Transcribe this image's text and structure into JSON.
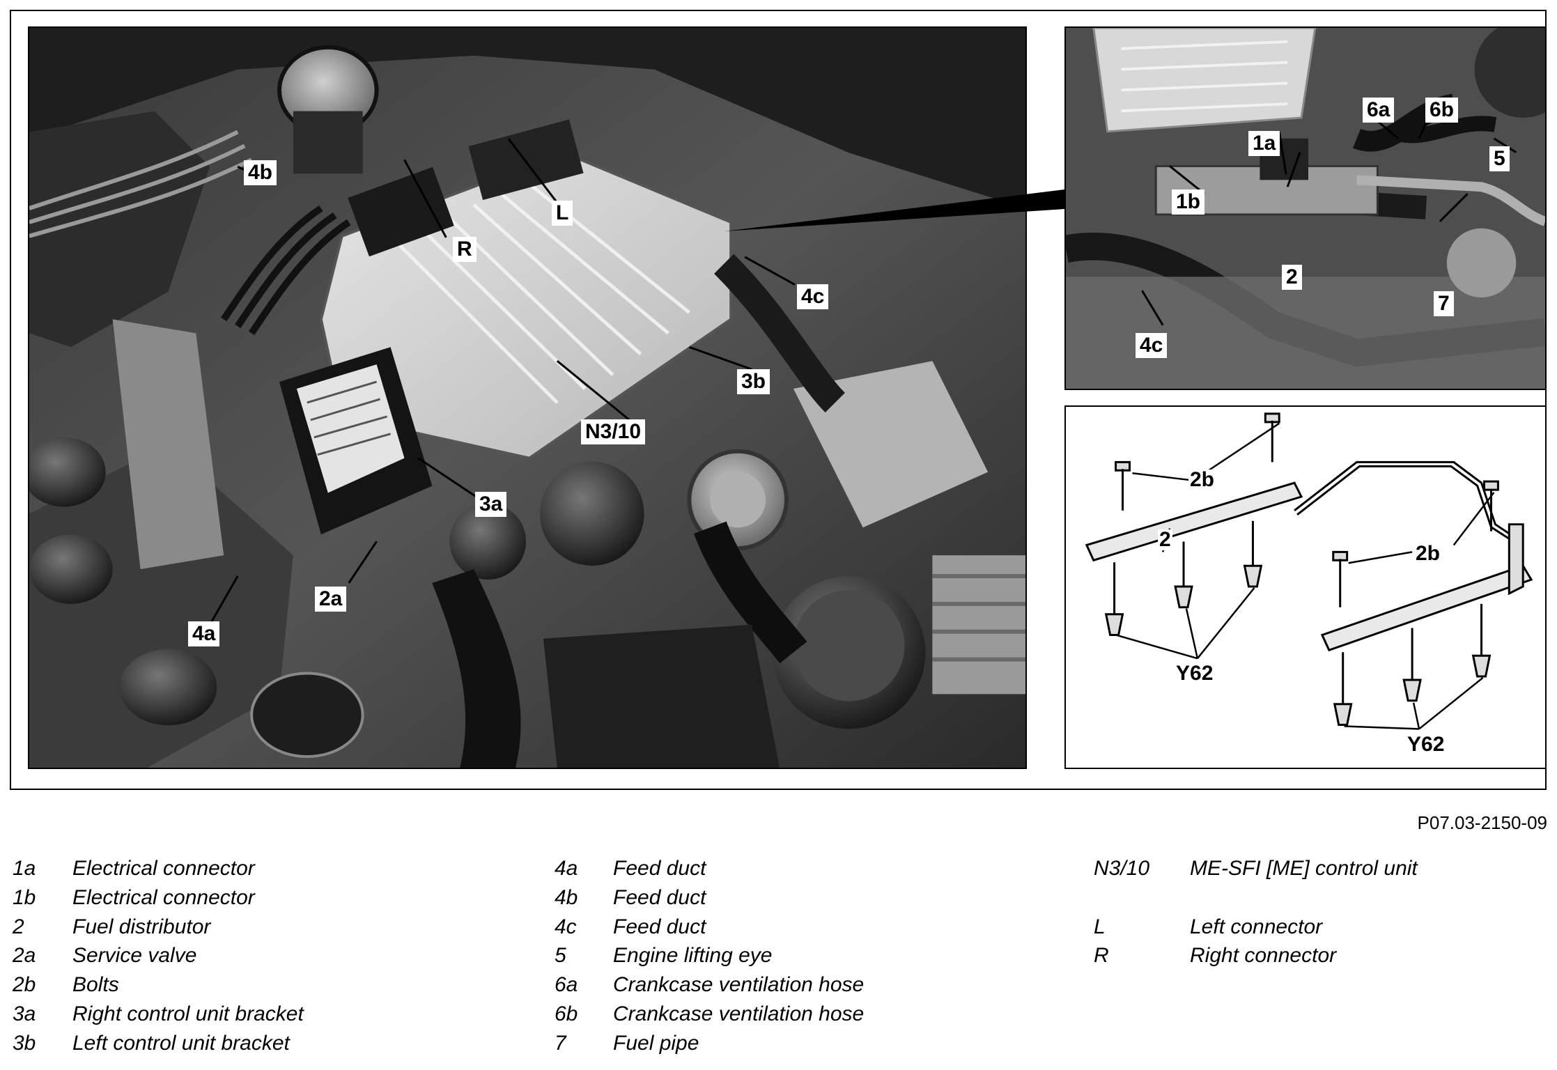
{
  "figure_id": "P07.03-2150-09",
  "main_callouts": [
    "4b",
    "R",
    "L",
    "4c",
    "3b",
    "N3/10",
    "3a",
    "2a",
    "4a"
  ],
  "inset_callouts": [
    "1a",
    "6a",
    "6b",
    "5",
    "1b",
    "2",
    "7",
    "4c"
  ],
  "drawing_labels": [
    "2b",
    "2b",
    "2",
    "Y62",
    "2b",
    "Y62"
  ],
  "legend": {
    "column_1": [
      {
        "key": "1a",
        "desc": "Electrical connector"
      },
      {
        "key": "1b",
        "desc": "Electrical connector"
      },
      {
        "key": "2",
        "desc": "Fuel distributor"
      },
      {
        "key": "2a",
        "desc": "Service valve"
      },
      {
        "key": "2b",
        "desc": "Bolts"
      },
      {
        "key": "3a",
        "desc": "Right control unit bracket"
      },
      {
        "key": "3b",
        "desc": "Left control unit bracket"
      }
    ],
    "column_2": [
      {
        "key": "4a",
        "desc": "Feed duct"
      },
      {
        "key": "4b",
        "desc": "Feed duct"
      },
      {
        "key": "4c",
        "desc": "Feed duct"
      },
      {
        "key": "5",
        "desc": "Engine lifting eye"
      },
      {
        "key": "6a",
        "desc": "Crankcase ventilation hose"
      },
      {
        "key": "6b",
        "desc": "Crankcase ventilation hose"
      },
      {
        "key": "7",
        "desc": "Fuel pipe"
      }
    ],
    "column_3": [
      {
        "key": "N3/10",
        "desc": "ME-SFI [ME] control unit"
      },
      {
        "key": "L",
        "desc": "Left connector"
      },
      {
        "key": "R",
        "desc": "Right connector"
      }
    ]
  }
}
